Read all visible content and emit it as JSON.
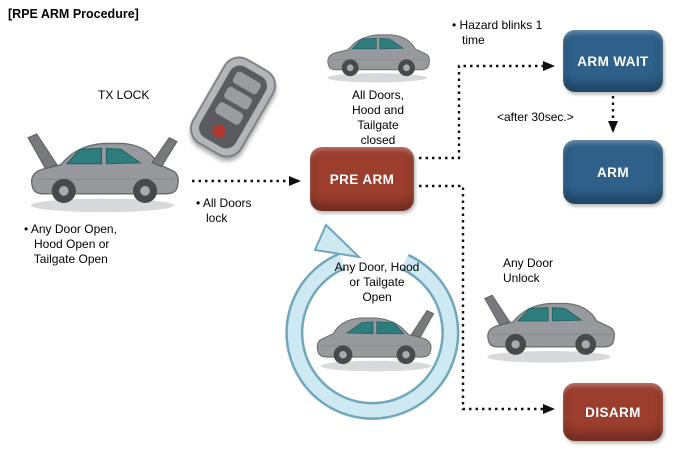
{
  "title": "[RPE ARM Procedure]",
  "nodes": {
    "pre_arm": {
      "label": "PRE ARM",
      "color": "#9c3e2e"
    },
    "arm_wait": {
      "label": "ARM WAIT",
      "color": "#2e6089"
    },
    "arm": {
      "label": "ARM",
      "color": "#2e6089"
    },
    "disarm": {
      "label": "DISARM",
      "color": "#9c3e2e"
    }
  },
  "captions": {
    "tx_lock": "TX LOCK",
    "left_car": "• Any Door Open,\n   Hood Open or\n   Tailgate Open",
    "all_doors_lock": "• All Doors\n   lock",
    "top_car": "All Doors,\nHood and\nTailgate\nclosed",
    "hazard": "• Hazard blinks 1\n   time",
    "after_30sec": "<after 30sec.>",
    "cycle": "Any Door, Hood\nor Tailgate\nOpen",
    "any_door_unlock": "Any Door\nUnlock"
  },
  "colors": {
    "arrow": "#111111",
    "cycle_ring_fill": "#cfe9f2",
    "cycle_ring_edge": "#6fa7bd",
    "car_body": "#97999c",
    "car_glass": "#2e7c7d"
  }
}
